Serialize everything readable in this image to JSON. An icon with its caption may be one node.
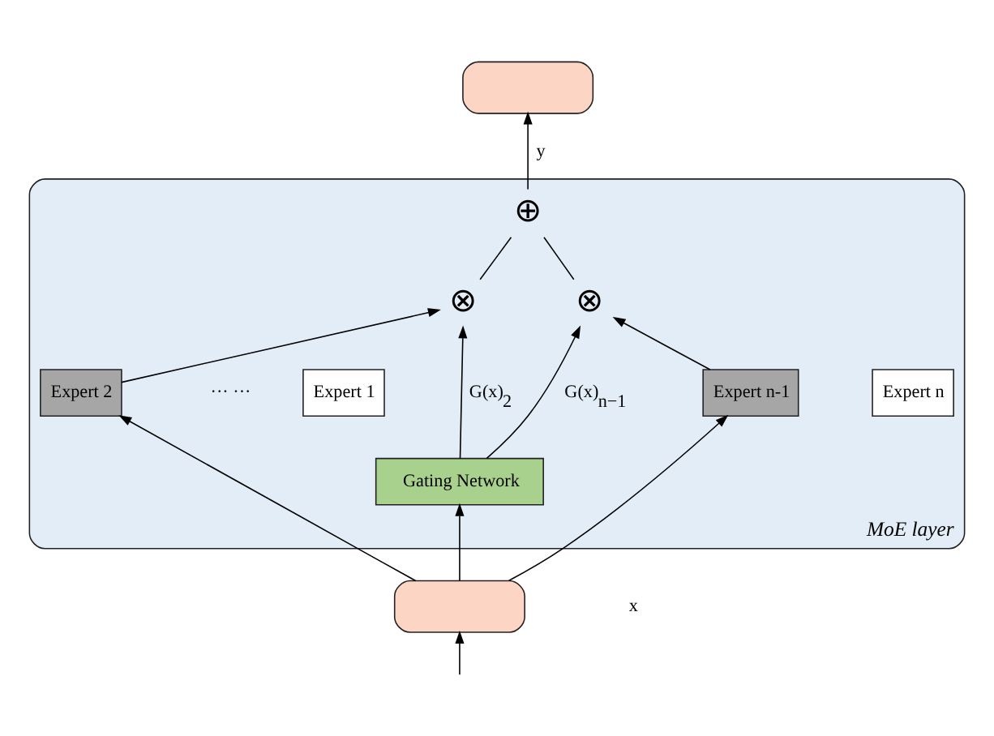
{
  "diagram": {
    "nodes": [
      {
        "text": [],
        "shape": "box"
      },
      {
        "text": [
          "MoE layer"
        ]
      },
      {
        "text": [
          "⊕"
        ],
        "in": 1
      },
      {
        "text": [
          "⊗"
        ],
        "in": 1
      },
      {
        "text": [
          "⊗"
        ],
        "in": 1
      },
      {
        "text": [
          "Expert 1"
        ],
        "in": 1
      },
      {
        "text": [
          "Expert 2"
        ],
        "in": 1
      },
      {
        "text": [
          "Expert n-1"
        ],
        "in": 1
      },
      {
        "text": [
          "Expert n"
        ],
        "in": 1
      },
      {
        "text": [
          "Gating Network"
        ],
        "in": 1
      },
      {
        "text": [],
        "shape": "box"
      }
    ],
    "edges": [
      {
        "from": null,
        "to": 10,
        "arrow": "to"
      },
      {
        "from": 10,
        "to": 9,
        "arrow": "to"
      },
      {
        "from": 10,
        "to": 6,
        "arrow": "to"
      },
      {
        "from": 10,
        "to": 7,
        "arrow": "to"
      },
      {
        "from": 6,
        "to": 3,
        "arrow": "to"
      },
      {
        "from": 7,
        "to": 4,
        "arrow": "to"
      },
      {
        "from": 9,
        "to": 3,
        "arrow": "to",
        "label": "G(x)$_{2}$"
      },
      {
        "from": 9,
        "to": 4,
        "arrow": "to",
        "label": "G(x)$_{n−1}$"
      },
      {
        "from": 3,
        "to": 2,
        "arrow": "none"
      },
      {
        "from": 4,
        "to": 2,
        "arrow": "none"
      },
      {
        "from": 2,
        "to": 0,
        "arrow": "to",
        "label": "y"
      }
    ],
    "labels": [
      "··· ···",
      "x"
    ]
  }
}
